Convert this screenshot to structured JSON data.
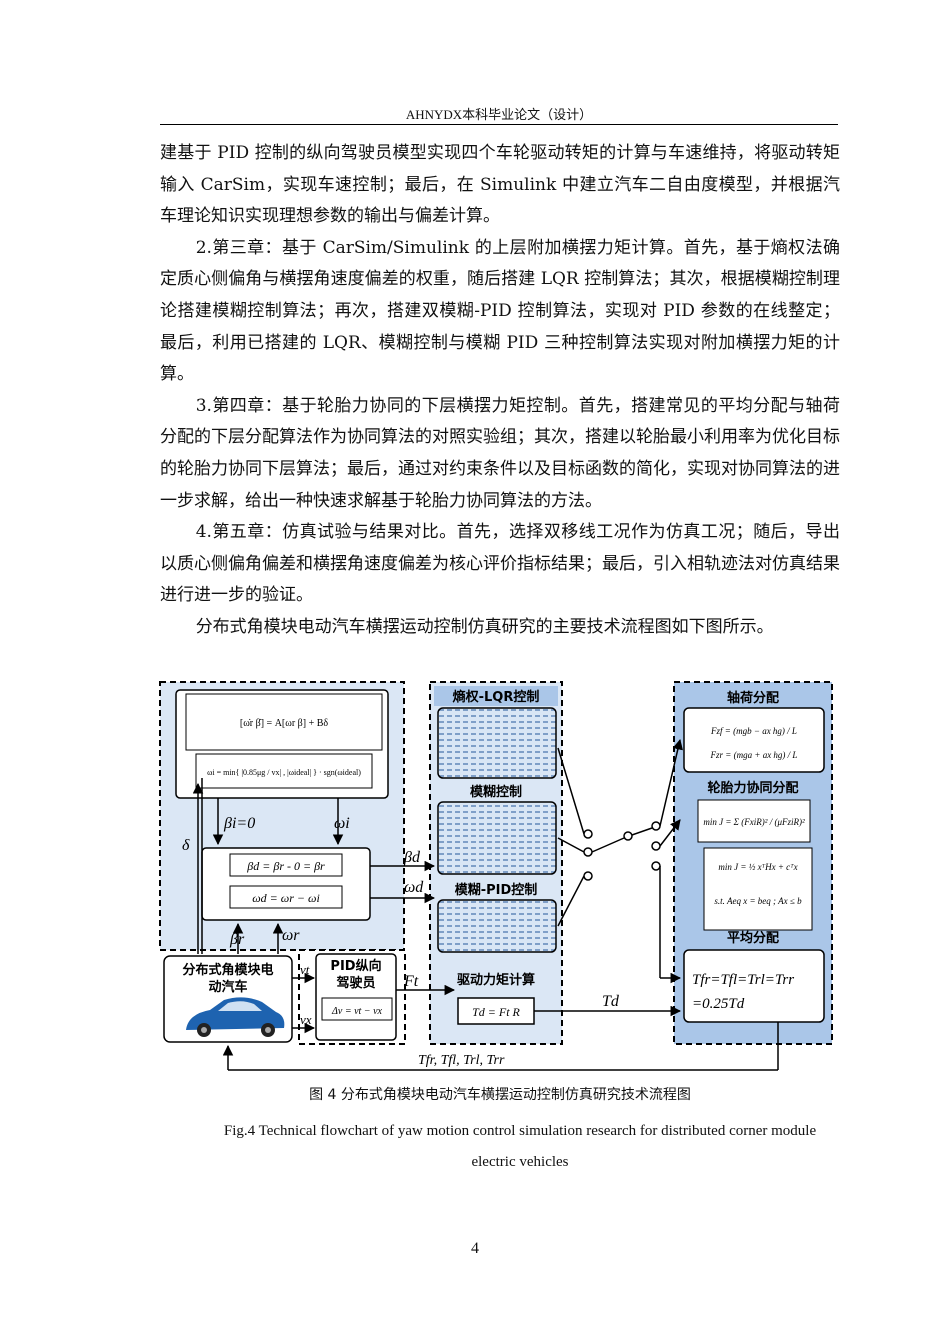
{
  "header": "AHNYDX本科毕业论文（设计）",
  "paragraphs": [
    "建基于 PID 控制的纵向驾驶员模型实现四个车轮驱动转矩的计算与车速维持，将驱动转矩输入 CarSim，实现车速控制；最后，在 Simulink 中建立汽车二自由度模型，并根据汽车理论知识实现理想参数的输出与偏差计算。",
    "2.第三章：基于 CarSim/Simulink 的上层附加横摆力矩计算。首先，基于熵权法确定质心侧偏角与横摆角速度偏差的权重，随后搭建 LQR 控制算法；其次，根据模糊控制理论搭建模糊控制算法；再次，搭建双模糊-PID 控制算法，实现对 PID 参数的在线整定；最后，利用已搭建的 LQR、模糊控制与模糊 PID 三种控制算法实现对附加横摆力矩的计算。",
    "3.第四章：基于轮胎力协同的下层横摆力矩控制。首先，搭建常见的平均分配与轴荷分配的下层分配算法作为协同算法的对照实验组；其次，搭建以轮胎最小利用率为优化目标的轮胎力协同下层算法；最后，通过对约束条件以及目标函数的简化，实现对协同算法的进一步求解，给出一种快速求解基于轮胎力协同算法的方法。",
    "4.第五章：仿真试验与结果对比。首先，选择双移线工况作为仿真工况；随后，导出以质心侧偏角偏差和横摆角速度偏差为核心评价指标结果；最后，引入相轨迹法对仿真结果进行进一步的验证。",
    "分布式角模块电动汽车横摆运动控制仿真研究的主要技术流程图如下图所示。"
  ],
  "figure": {
    "caption_cn": "图 4  分布式角模块电动汽车横摆运动控制仿真研究技术流程图",
    "caption_en": "Fig.4 Technical flowchart of yaw motion control simulation research for distributed corner module electric vehicles",
    "labels": {
      "lqr": "熵权-LQR控制",
      "fuzzy": "模糊控制",
      "fuzzy_pid": "模糊-PID控制",
      "torque_calc": "驱动力矩计算",
      "axle": "轴荷分配",
      "tire": "轮胎力协同分配",
      "average": "平均分配",
      "vehicle_l1": "分布式角模块电",
      "vehicle_l2": "动汽车",
      "pid_l1": "PID纵向",
      "pid_l2": "驾驶员",
      "beta_i": "βi=0",
      "omega_i": "ωi",
      "delta": "δ",
      "beta_d": "βd",
      "omega_d": "ωd",
      "beta_r": "βr",
      "omega_r": "ωr",
      "v_t": "vt",
      "v_x": "vx",
      "f_t": "Ft",
      "t_d": "Td",
      "bottom": "Tfr, Tfl, Trl, Trr",
      "eq_beta": "βd = βr - 0 = βr",
      "eq_omega": "ωd = ωr − ωi",
      "eq_dv": "Δv = vt − vx",
      "eq_td": "Td = Ft R",
      "eq_omega_i": "ωi = min{ |0.85μg / vx| , |ωideal| } · sgn(ωideal)",
      "eq_avg1": "Tfr=Tfl=Trl=Trr",
      "eq_avg2": "=0.25Td",
      "eq_minj": "min J = Σ (FxiR)² / (μFziR)²",
      "eq_qp": "min J = ½ xᵀHx + cᵀx",
      "eq_st": "s.t. Aeq x = beq ; Ax ≤ b",
      "eq_fzf": "Fzf = (mgb − ax hg) / L",
      "eq_fzr": "Fzr = (mga + ax hg) / L",
      "eq_matrix": "[ω̇r β̇] = A[ωr β] + Bδ"
    }
  },
  "page_number": "4"
}
